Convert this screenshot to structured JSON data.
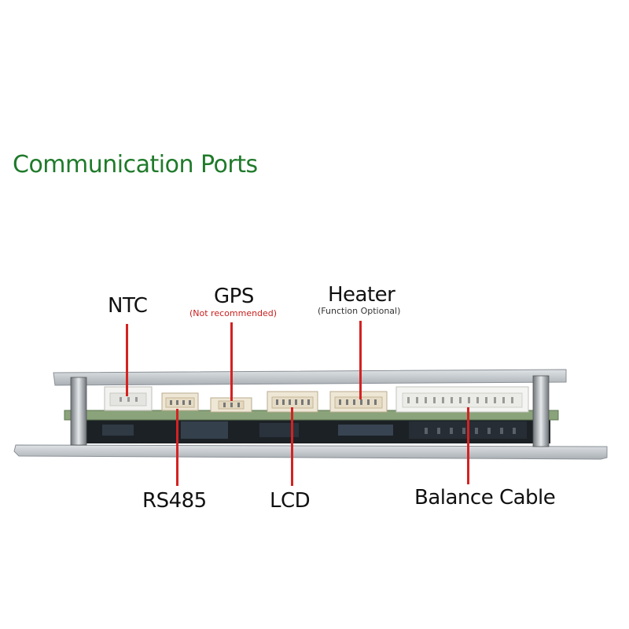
{
  "title": "Communication Ports",
  "labels": {
    "ntc": "NTC",
    "gps": "GPS",
    "gps_note": "(Not recommended)",
    "heater": "Heater",
    "heater_note": "(Function Optional)",
    "rs485": "RS485",
    "lcd": "LCD",
    "balance": "Balance Cable"
  },
  "colors": {
    "title": "#1f7a2a",
    "pointer": "#d42222",
    "note_red": "#c8201e"
  }
}
